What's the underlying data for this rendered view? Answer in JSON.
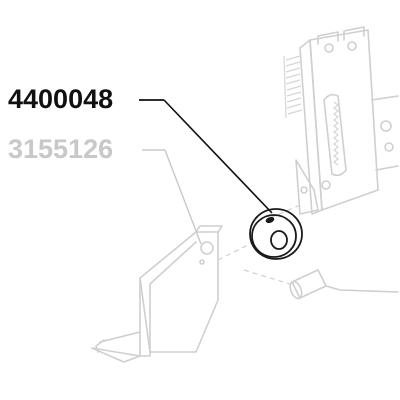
{
  "diagram": {
    "callouts": [
      {
        "part_number": "4400048",
        "emphasis": "active",
        "color": "#111111"
      },
      {
        "part_number": "3155126",
        "emphasis": "muted",
        "color": "#c8c8c8"
      }
    ],
    "colors": {
      "background": "#ffffff",
      "ghost_line": "#cfcfcf",
      "active_line": "#1a1a1a"
    }
  }
}
